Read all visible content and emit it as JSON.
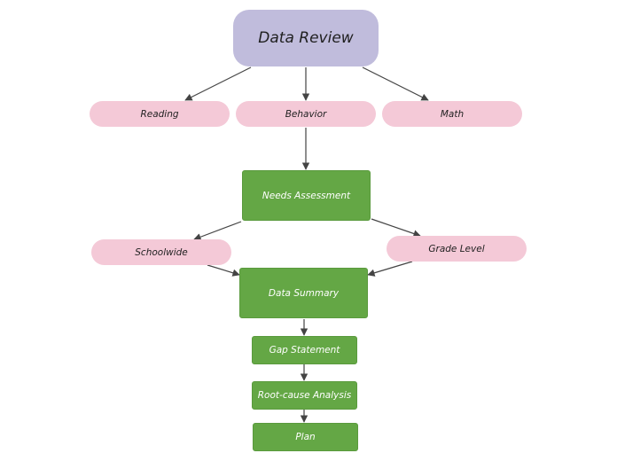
{
  "diagram": {
    "root": {
      "label": "Data Review"
    },
    "categories": {
      "reading": "Reading",
      "behavior": "Behavior",
      "math": "Math"
    },
    "needs_assessment": "Needs Assessment",
    "levels": {
      "schoolwide": "Schoolwide",
      "grade_level": "Grade Level"
    },
    "steps": {
      "data_summary": "Data Summary",
      "gap_statement": "Gap Statement",
      "root_cause": "Root-cause Analysis",
      "plan": "Plan"
    },
    "colors": {
      "root_fill": "#c0bcdc",
      "category_fill": "#f4c9d7",
      "step_fill": "#64a745",
      "connector": "#444444"
    }
  }
}
